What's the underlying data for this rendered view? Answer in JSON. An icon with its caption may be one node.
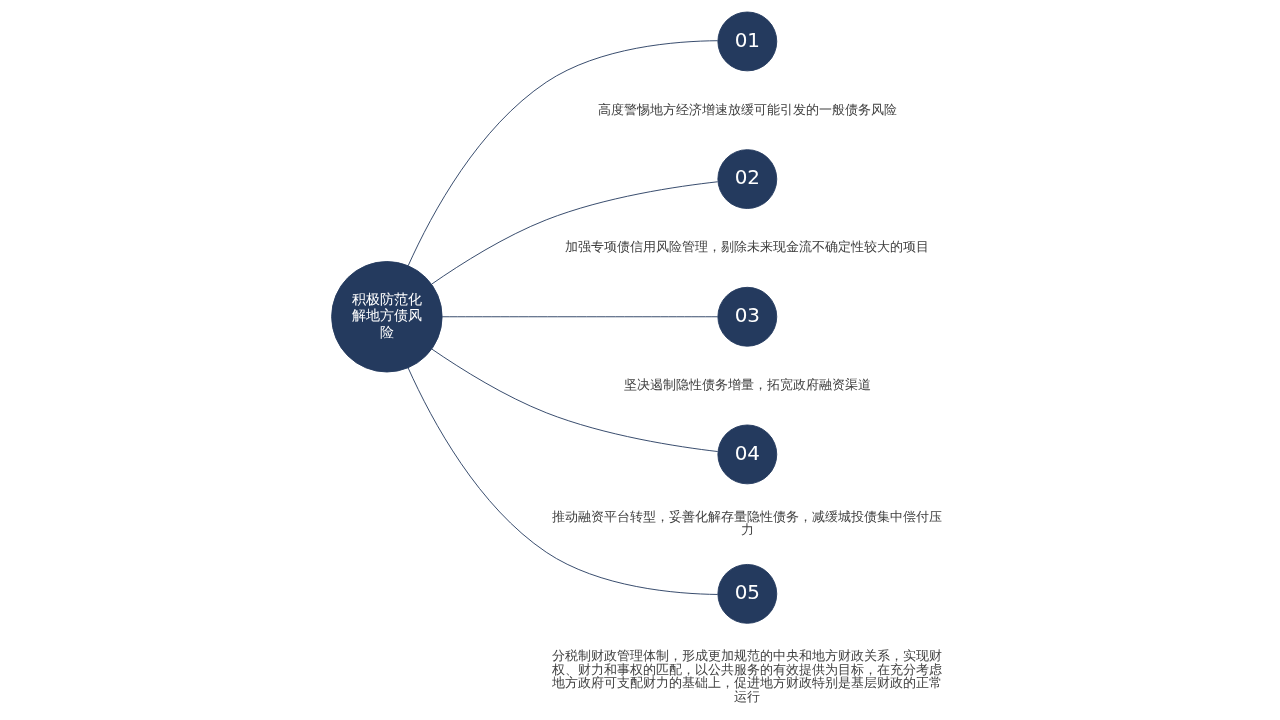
{
  "diagram": {
    "nodes": [
      {
        "text": [
          "积极防范化解地方债风险"
        ]
      },
      {
        "text": [
          "01"
        ],
        "beside": [
          "高度警惕地方经济增速放缓可能引发的一般债务风险"
        ]
      },
      {
        "text": [
          "02"
        ],
        "beside": [
          "加强专项债信用风险管理，剔除未来现金流不确定性较大的项目"
        ]
      },
      {
        "text": [
          "03"
        ],
        "beside": [
          "坚决遏制隐性债务增量，拓宽政府融资渠道"
        ]
      },
      {
        "text": [
          "04"
        ],
        "beside": [
          "推动融资平台转型，妥善化解存量隐性债务，减缓城投债集中偿付压力"
        ]
      },
      {
        "text": [
          "05"
        ],
        "beside": [
          "分税制财政管理体制，形成更加规范的中央和地方财政关系，实现财权、财力和事权的匹配，以公共服务的有效提供为目标，在充分考虑地方政府可支配财力的基础上，促进地方财政特别是基层财政的正常运行"
        ]
      }
    ],
    "edges": [
      {
        "from": 0,
        "to": 1,
        "arrow": "none"
      },
      {
        "from": 0,
        "to": 2,
        "arrow": "none"
      },
      {
        "from": 0,
        "to": 3,
        "arrow": "none"
      },
      {
        "from": 0,
        "to": 4,
        "arrow": "none"
      },
      {
        "from": 0,
        "to": 5,
        "arrow": "none"
      }
    ]
  }
}
